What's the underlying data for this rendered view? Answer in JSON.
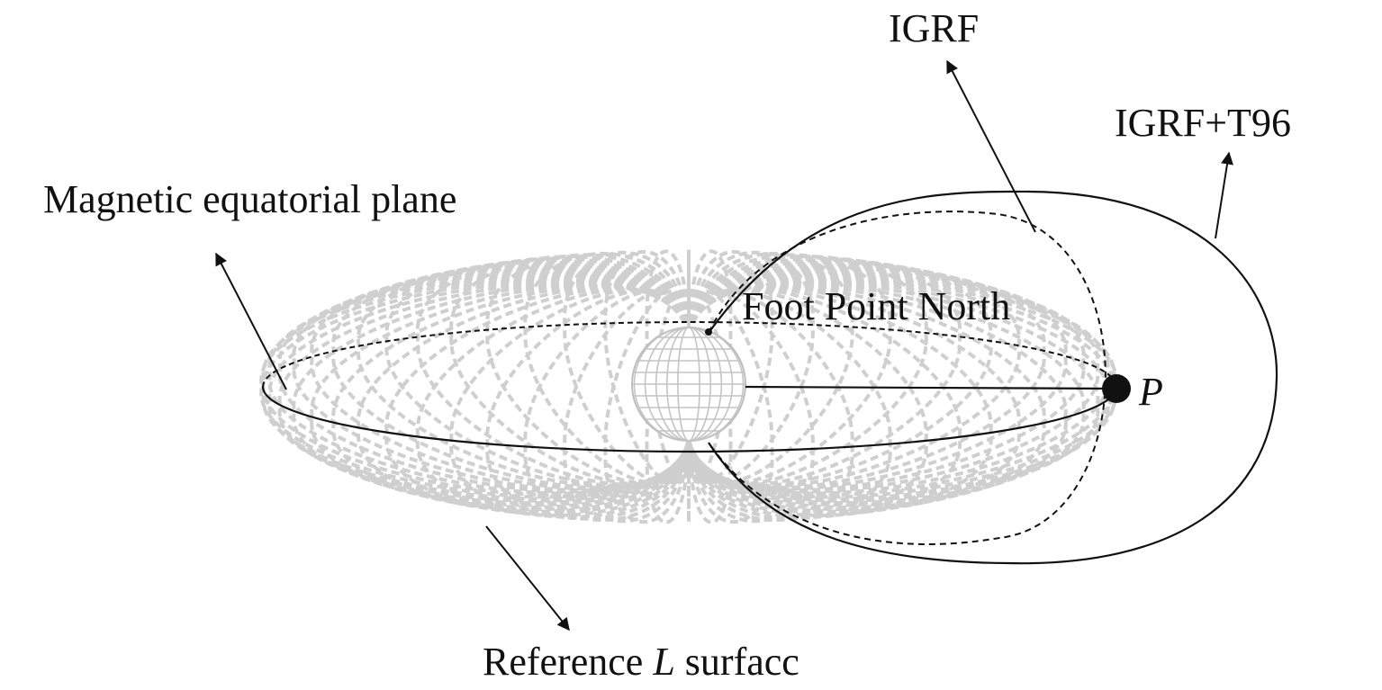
{
  "labels": {
    "igrf": "IGRF",
    "igrf_t96": "IGRF+T96",
    "magnetic_equatorial_plane": "Magnetic equatorial plane",
    "foot_point_north": "Foot Point North",
    "point_p": "P",
    "reference_prefix": "Reference ",
    "reference_l": "L",
    "reference_suffix": " surfacc"
  },
  "colors": {
    "ink": "#111111",
    "surface_hatch": "#cfcfcf",
    "earth_grid": "#bdbdbd"
  }
}
